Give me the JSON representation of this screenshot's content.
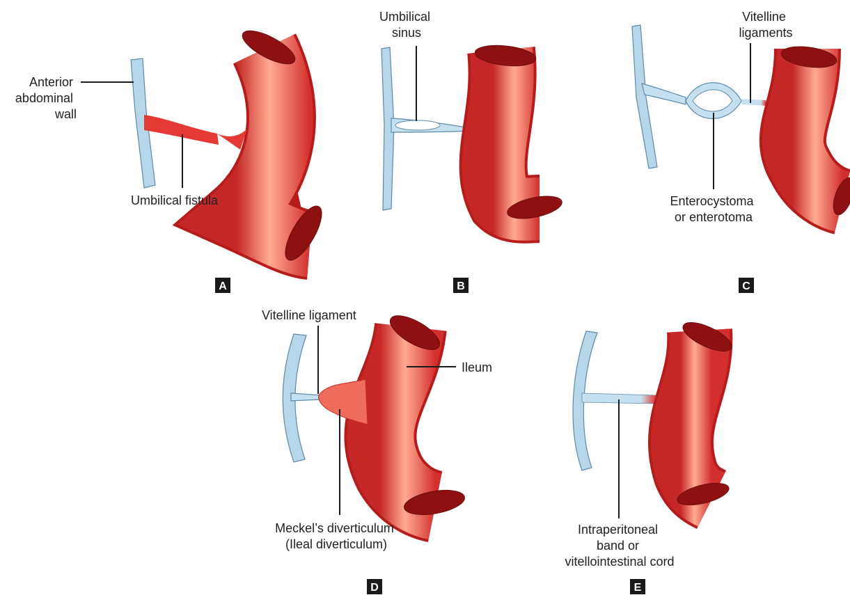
{
  "colors": {
    "intestine": "#e53935",
    "intestine_dark": "#b71c1c",
    "intestine_highlight": "#ffab91",
    "wall": "#b6d6ea",
    "wall_stroke": "#5d8aa8",
    "tag_background": "#1a1a1a",
    "tag_text": "#ffffff"
  },
  "panels": [
    {
      "letter": "A",
      "labels": [
        {
          "lines": [
            "Anterior",
            "abdominal",
            "wall"
          ]
        },
        {
          "lines": [
            "Umbilical fistula"
          ]
        }
      ]
    },
    {
      "letter": "B",
      "labels": [
        {
          "lines": [
            "Umbilical",
            "sinus"
          ]
        }
      ]
    },
    {
      "letter": "C",
      "labels": [
        {
          "lines": [
            "Vitelline",
            "ligaments"
          ]
        },
        {
          "lines": [
            "Enterocystoma",
            "or enterotoma"
          ]
        }
      ]
    },
    {
      "letter": "D",
      "labels": [
        {
          "lines": [
            "Vitelline ligament"
          ]
        },
        {
          "lines": [
            "Ileum"
          ]
        },
        {
          "lines": [
            "Meckel’s diverticulum",
            "(Ileal diverticulum)"
          ]
        }
      ]
    },
    {
      "letter": "E",
      "labels": [
        {
          "lines": [
            "Intraperitoneal",
            "band or",
            "vitellointestinal cord"
          ]
        }
      ]
    }
  ]
}
